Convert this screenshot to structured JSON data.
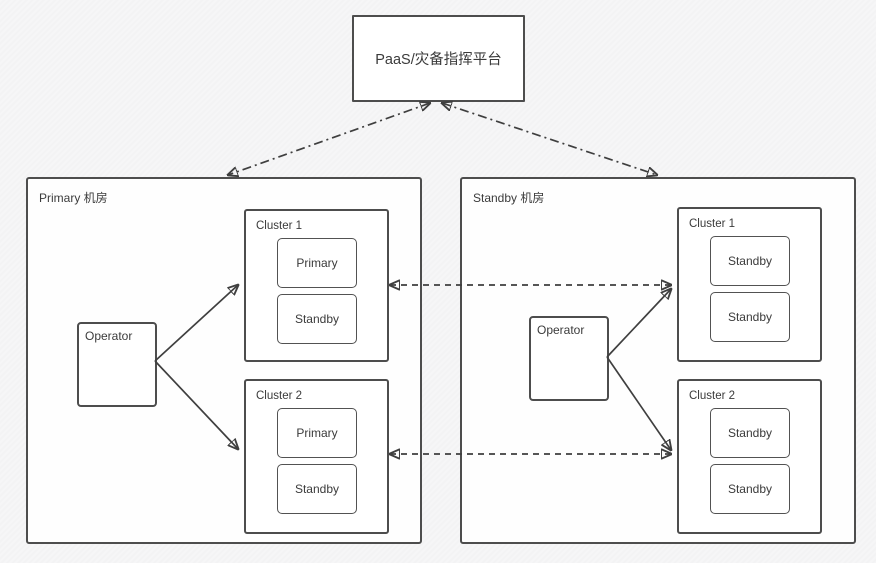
{
  "platform": {
    "label": "PaaS/灾备指挥平台"
  },
  "rooms": {
    "primary": {
      "label": "Primary 机房",
      "operator_label": "Operator",
      "clusters": [
        {
          "label": "Cluster 1",
          "nodes": [
            "Primary",
            "Standby"
          ]
        },
        {
          "label": "Cluster 2",
          "nodes": [
            "Primary",
            "Standby"
          ]
        }
      ]
    },
    "standby": {
      "label": "Standby 机房",
      "operator_label": "Operator",
      "clusters": [
        {
          "label": "Cluster 1",
          "nodes": [
            "Standby",
            "Standby"
          ]
        },
        {
          "label": "Cluster 2",
          "nodes": [
            "Standby",
            "Standby"
          ]
        }
      ]
    }
  },
  "colors": {
    "background": "#f5f5f5",
    "box_fill": "#ffffff",
    "border": "#4d4d4d",
    "text": "#3b3b3b",
    "arrow": "#3f3f3f"
  }
}
